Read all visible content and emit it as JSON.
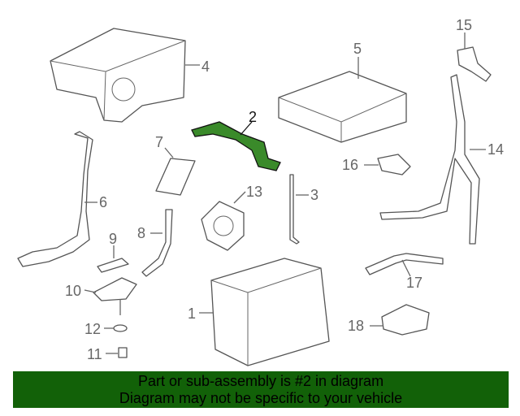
{
  "diagram": {
    "callouts": [
      "1",
      "2",
      "3",
      "4",
      "5",
      "6",
      "7",
      "8",
      "9",
      "10",
      "11",
      "12",
      "13",
      "14",
      "15",
      "16",
      "17",
      "18"
    ],
    "highlighted_part": "2",
    "highlight_color": "#3a8a2a"
  },
  "banner": {
    "line1": "Part or sub-assembly is #2 in diagram",
    "line2": "Diagram may not be specific to your vehicle",
    "background": "#126108"
  }
}
